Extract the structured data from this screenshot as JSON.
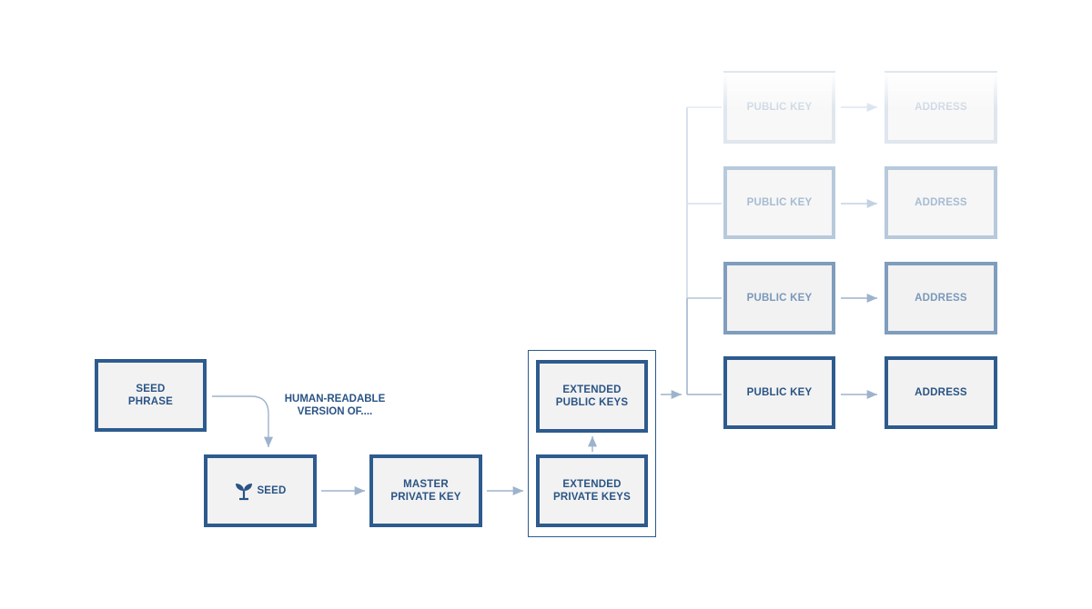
{
  "nodes": {
    "seed_phrase": "SEED\nPHRASE",
    "seed": "SEED",
    "master_private_key": "MASTER\nPRIVATE KEY",
    "extended_private_keys": "EXTENDED\nPRIVATE KEYS",
    "extended_public_keys": "EXTENDED\nPUBLIC KEYS"
  },
  "annotation": "HUMAN-READABLE\nVERSION OF....",
  "key_rows": [
    {
      "public_key": "PUBLIC KEY",
      "address": "ADDRESS"
    },
    {
      "public_key": "PUBLIC KEY",
      "address": "ADDRESS"
    },
    {
      "public_key": "PUBLIC KEY",
      "address": "ADDRESS"
    },
    {
      "public_key": "PUBLIC KEY",
      "address": "ADDRESS"
    }
  ],
  "colors": {
    "primary": "#2d5b8e",
    "arrow": "#9db3cc",
    "box_fill": "#f2f2f2"
  },
  "icons": [
    "sprout-icon"
  ]
}
